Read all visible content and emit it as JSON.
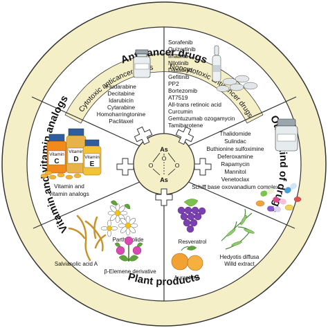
{
  "ring": {
    "top": "Anticancer drugs",
    "bottom": "Plant products",
    "left": "Vitamin and vitamin analogs",
    "right": "Other kind of drugs"
  },
  "sections": {
    "cytotoxic": {
      "title": "Cytotoxic anticancer drugs",
      "drugs": [
        "Fludarabine",
        "Decitabine",
        "Idarubicin",
        "Cytarabine",
        "Homoharringtonine",
        "Paclitaxel"
      ]
    },
    "noncytotoxic": {
      "title": "Noncytotoxic anticancer drugs",
      "drugs": [
        "Sorafenib",
        "Quizartinib",
        "Imatinib",
        "Nilotinib",
        "Dasatinib",
        "Gefitinib",
        "PP2",
        "Bortezomib",
        "AT7519",
        "All-trans retinoic acid",
        "Curcumin",
        "Gemtuzumab ozogamycin",
        "Tamibarotene"
      ]
    },
    "other": {
      "drugs": [
        "Thalidomide",
        "Sulindac",
        "Buthionine sulfoximine",
        "Deferoxamine",
        "Rapamycin",
        "Mannitol",
        "Venetoclax",
        "Schiff base oxovanadium complex"
      ]
    },
    "vitamin": {
      "label_lines": [
        "Vitamin and",
        "vitamin analogs"
      ],
      "bottle_word": "Vitamin",
      "letters": [
        "C",
        "D",
        "E"
      ]
    },
    "plants": {
      "parthenolide": "Parthenolide",
      "resveratrol": "Resveratrol",
      "salvianolic": "Salvianolic acid A",
      "elemene": "β-Elemene derivative",
      "auraptene": "Auraptene",
      "hedyotis_lines": [
        "Hedyotis diffusa",
        "Willd extract"
      ]
    }
  },
  "center": {
    "as_top": "As",
    "as_bottom": "As",
    "o": "O"
  },
  "colors": {
    "outer_ring": "#f5efc8",
    "center_disc": "#f5efc8",
    "stroke": "#333333"
  }
}
